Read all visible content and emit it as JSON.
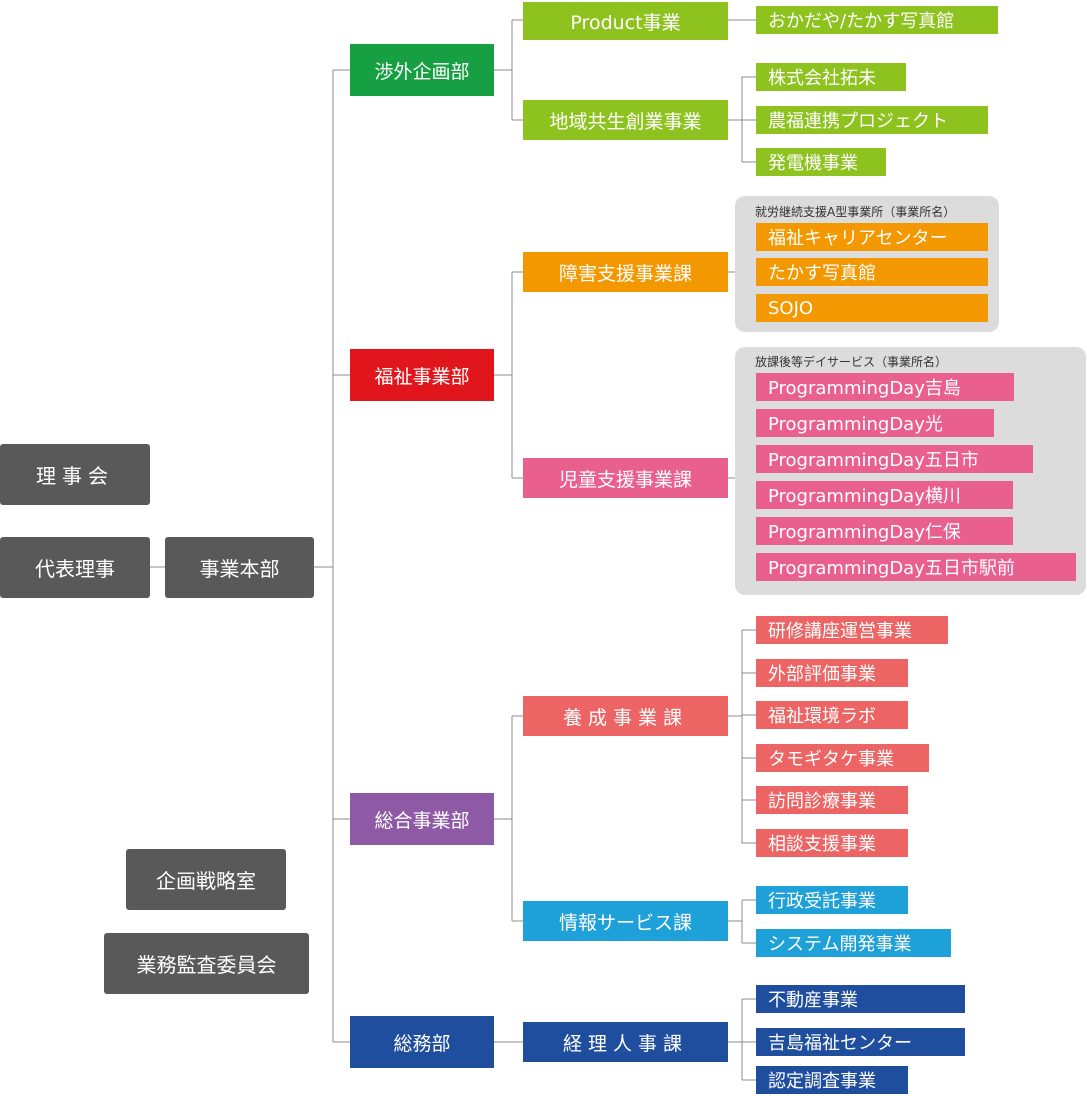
{
  "colors": {
    "line": "#8c8c8c",
    "gray": "#595959",
    "green_dept": "#16a043",
    "green": "#8dc21f",
    "red_dept": "#e0161c",
    "orange": "#f39800",
    "pink": "#e9608f",
    "salmon": "#ec6464",
    "purple": "#8e5aa5",
    "cyan": "#1ea0d8",
    "navy": "#1f4e9e",
    "group_bg": "#dcdcdc"
  },
  "left": {
    "board": "理事会",
    "representative": "代表理事",
    "headquarters": "事業本部",
    "strategy_office": "企画戦略室",
    "audit_committee": "業務監査委員会"
  },
  "departments": {
    "shogai": {
      "label": "渉外企画部",
      "product": {
        "label": "Product事業",
        "items": [
          "おかだや/たかす写真館"
        ]
      },
      "chiiki": {
        "label": "地域共生創業事業",
        "items": [
          "株式会社拓未",
          "農福連携プロジェクト",
          "発電機事業"
        ]
      }
    },
    "fukushi": {
      "label": "福祉事業部",
      "shogaishien": {
        "label": "障害支援事業課",
        "group_label": "就労継続支援A型事業所（事業所名）",
        "items": [
          "福祉キャリアセンター",
          "たかす写真館",
          "SOJO"
        ]
      },
      "jidou": {
        "label": "児童支援事業課",
        "group_label": "放課後等デイサービス（事業所名）",
        "items": [
          "ProgrammingDay吉島",
          "ProgrammingDay光",
          "ProgrammingDay五日市",
          "ProgrammingDay横川",
          "ProgrammingDay仁保",
          "ProgrammingDay五日市駅前"
        ]
      }
    },
    "sougou": {
      "label": "総合事業部",
      "yousei": {
        "label": "養成事業課",
        "items": [
          "研修講座運営事業",
          "外部評価事業",
          "福祉環境ラボ",
          "タモギタケ事業",
          "訪問診療事業",
          "相談支援事業"
        ]
      },
      "jouhou": {
        "label": "情報サービス課",
        "items": [
          "行政受託事業",
          "システム開発事業"
        ]
      }
    },
    "soumu": {
      "label": "総務部",
      "keiri": {
        "label": "経理人事課",
        "items": [
          "不動産事業",
          "吉島福祉センター",
          "認定調査事業"
        ]
      }
    }
  }
}
